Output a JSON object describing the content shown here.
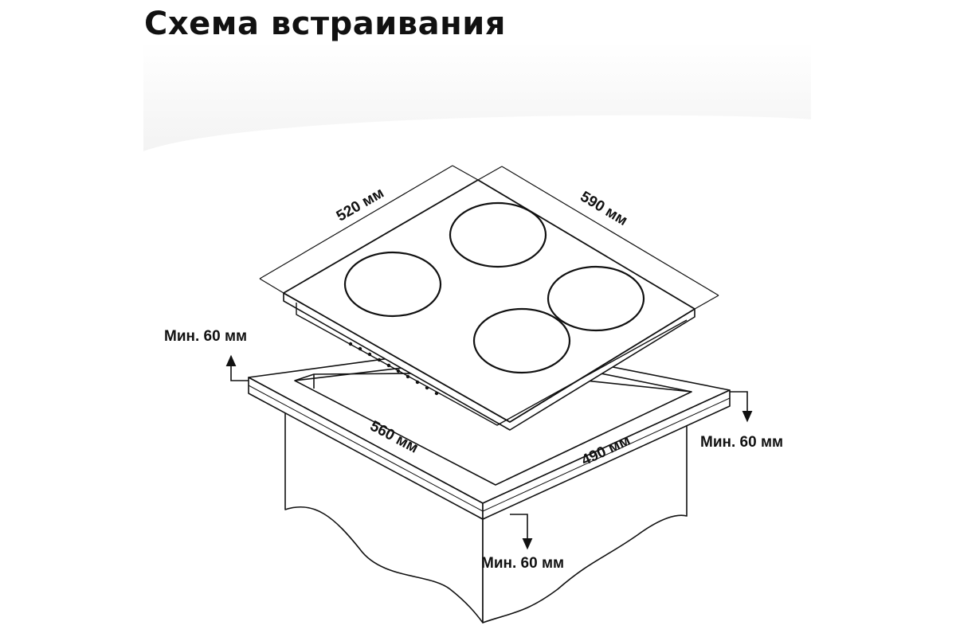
{
  "title": "Схема встраивания",
  "labels": {
    "hob_width": "590 мм",
    "hob_depth": "520 мм",
    "cutout_width": "560 мм",
    "cutout_depth": "490 мм",
    "clearance_left": "Мин. 60 мм",
    "clearance_right": "Мин. 60 мм",
    "clearance_front": "Мин. 60 мм"
  },
  "colors": {
    "ink": "#111111",
    "backdrop": "#f3f3f3"
  }
}
